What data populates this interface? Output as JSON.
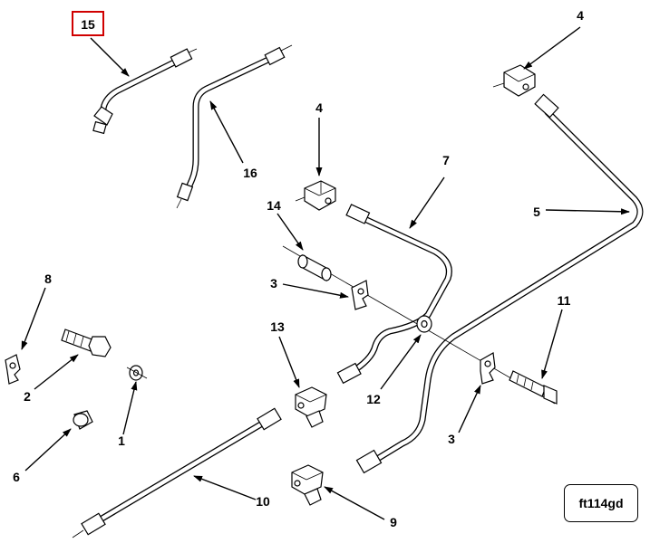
{
  "diagram": {
    "callouts": {
      "c15": "15",
      "c16": "16",
      "c4a": "4",
      "c4b": "4",
      "c7": "7",
      "c14": "14",
      "c5": "5",
      "c8": "8",
      "c3a": "3",
      "c13": "13",
      "c11": "11",
      "c2": "2",
      "c1": "1",
      "c12": "12",
      "c6": "6",
      "c3b": "3",
      "c10": "10",
      "c9": "9"
    },
    "highlighted_callout": "15",
    "highlight_color": "#d00000",
    "figure_id": "ft114gd"
  }
}
